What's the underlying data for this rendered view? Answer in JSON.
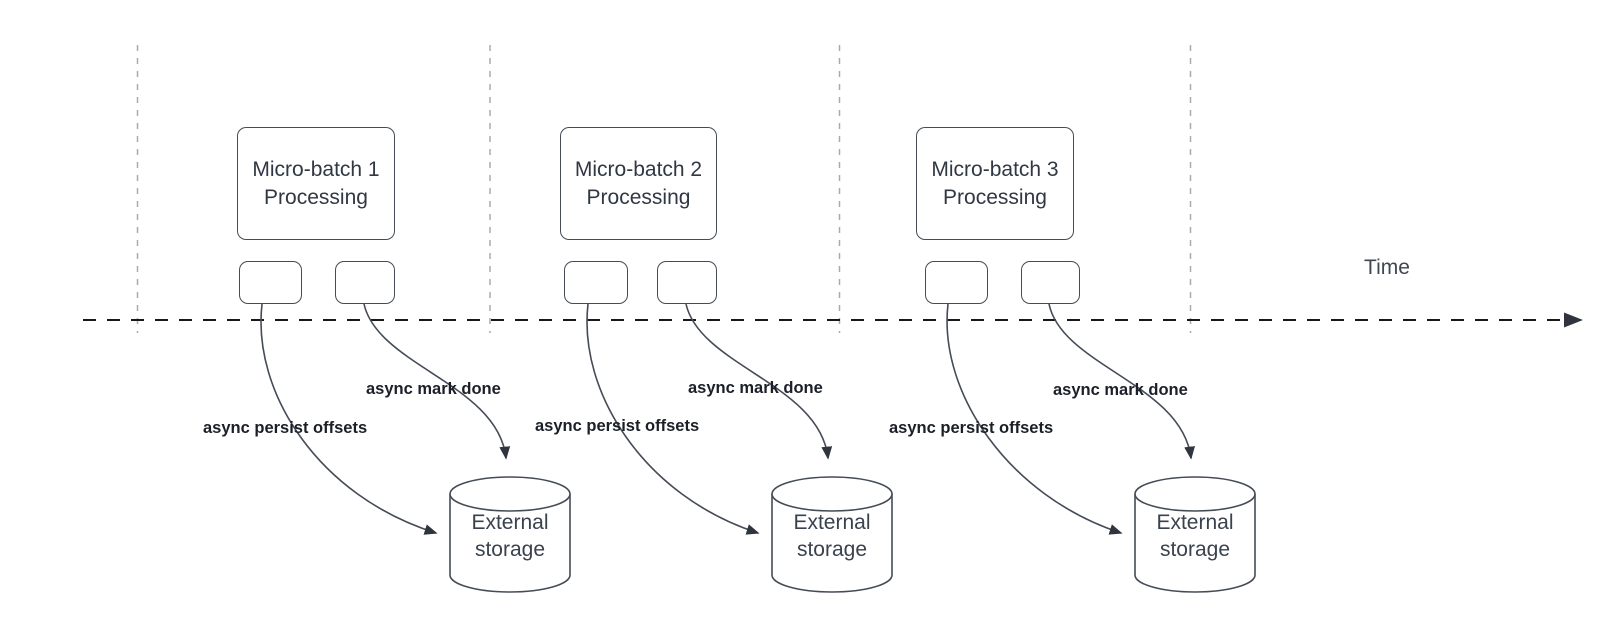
{
  "diagram": {
    "time_axis_label": "Time",
    "groups": [
      {
        "box_label_line1": "Micro-batch 1",
        "box_label_line2": "Processing",
        "persist_label": "async persist offsets",
        "done_label": "async mark done",
        "storage_label_line1": "External",
        "storage_label_line2": "storage"
      },
      {
        "box_label_line1": "Micro-batch 2",
        "box_label_line2": "Processing",
        "persist_label": "async persist offsets",
        "done_label": "async mark done",
        "storage_label_line1": "External",
        "storage_label_line2": "storage"
      },
      {
        "box_label_line1": "Micro-batch 3",
        "box_label_line2": "Processing",
        "persist_label": "async persist offsets",
        "done_label": "async mark done",
        "storage_label_line1": "External",
        "storage_label_line2": "storage"
      }
    ],
    "colors": {
      "shape_stroke": "#454c57",
      "guide_line": "#ababab",
      "timeline": "#17171c",
      "arrowhead": "#2f343d",
      "label_text": "#1b1f27",
      "node_text": "#303844",
      "storage_text": "#3a424d"
    }
  }
}
